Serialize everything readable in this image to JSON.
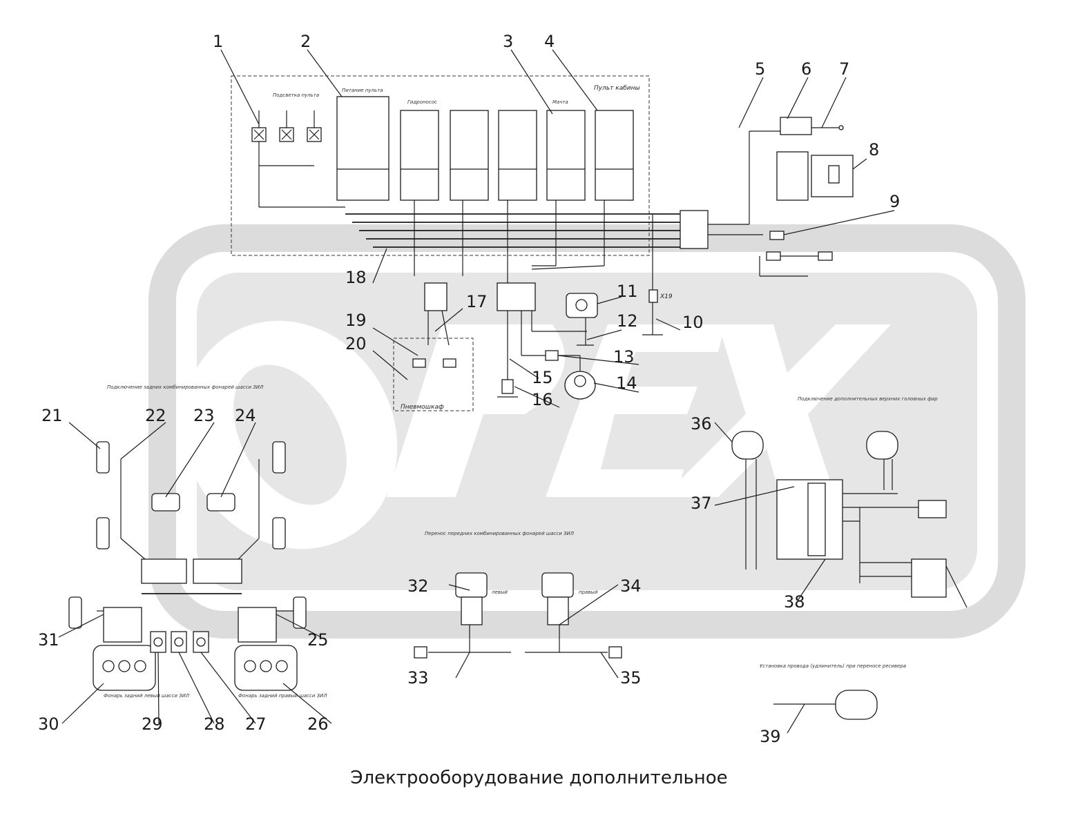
{
  "title": "Электрооборудование дополнительное",
  "watermark": "OPEX",
  "colors": {
    "ink": "#1a1a1a",
    "watermark": "#d9d9d9"
  },
  "callouts": [
    "1",
    "2",
    "3",
    "4",
    "5",
    "6",
    "7",
    "8",
    "9",
    "10",
    "11",
    "12",
    "13",
    "14",
    "15",
    "16",
    "17",
    "18",
    "19",
    "20",
    "21",
    "22",
    "23",
    "24",
    "25",
    "26",
    "27",
    "28",
    "29",
    "30",
    "31",
    "32",
    "33",
    "34",
    "35",
    "36",
    "37",
    "38",
    "39"
  ],
  "labels": {
    "cab_console": "Пульт кабины",
    "console_lighting": "Подсветка пульта",
    "console_power": "Питание пульта",
    "hydraulics": "Гидроносос",
    "mast": "Мачта",
    "pneumatic_cabinet": "Пневмошкаф",
    "connector_x19": "Х19",
    "rear_lights_note": "Подключение задних комбинированных фонарей шасси ЗИЛ",
    "headlights_note": "Подключение дополнительных верхних головных фар",
    "front_lights_note": "Перенос передних комбинированных фонарей шасси ЗИЛ",
    "left": "левый",
    "right": "правый",
    "receiver_note": "Установка провода (удлинитель) при переносе ресивера",
    "rear_left": "Фонарь задний левый шасси ЗИЛ",
    "rear_right": "Фонарь задний правый шасси ЗИЛ"
  }
}
